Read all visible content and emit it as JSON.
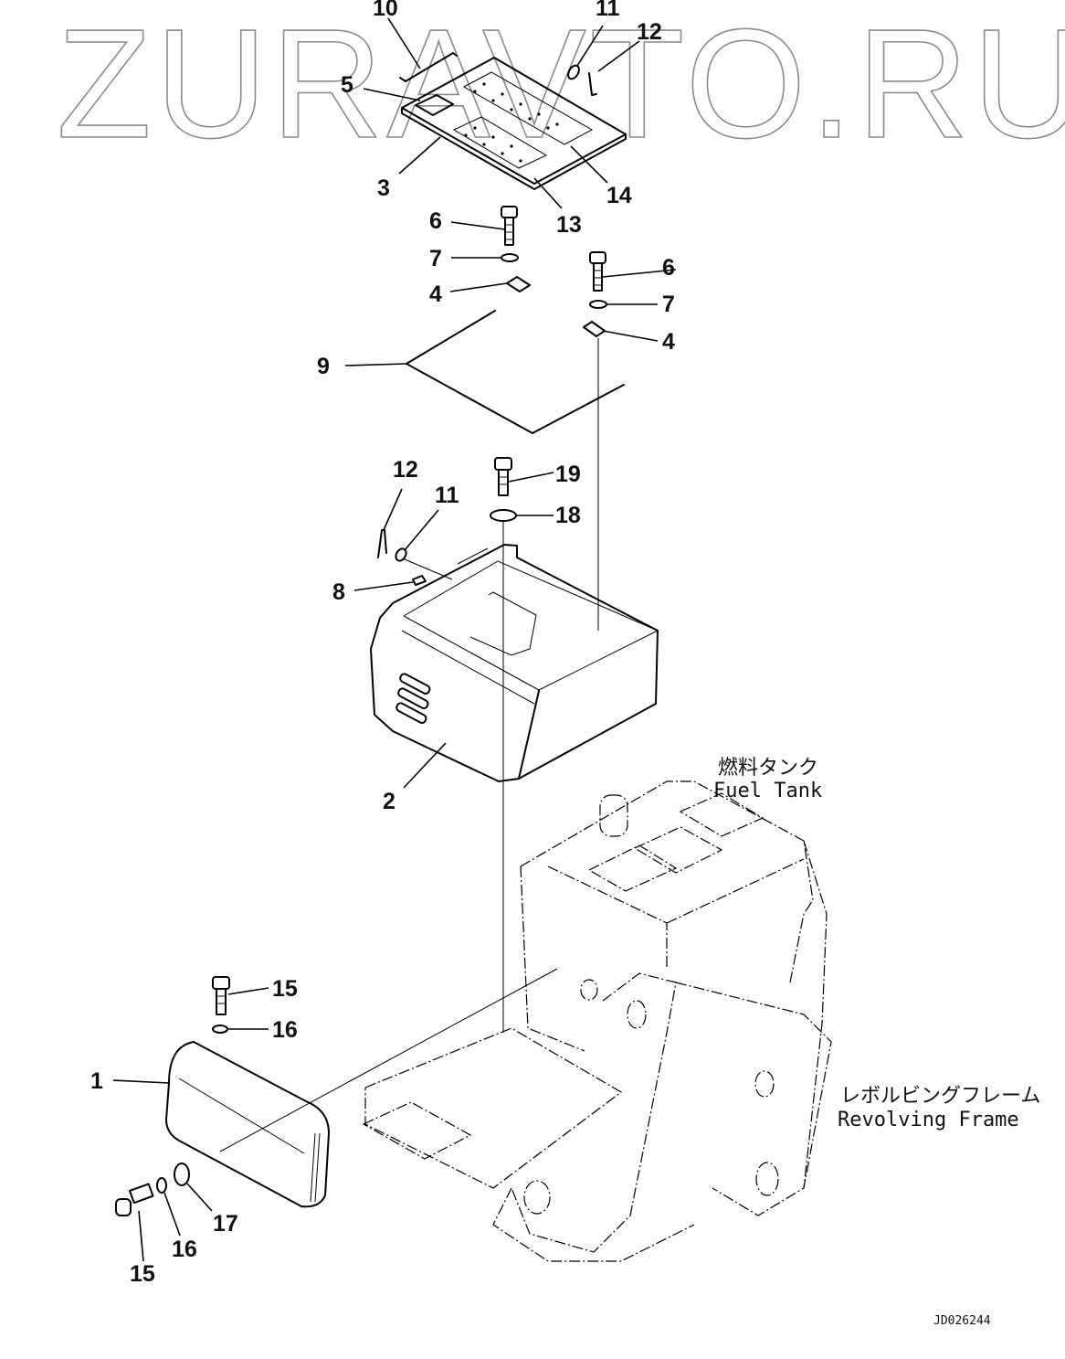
{
  "watermark": "ZURAVTO.RU",
  "drawing_code": "JD026244",
  "assembly_labels": {
    "fuel_tank_jp": "燃料タンク",
    "fuel_tank_en": "Fuel Tank",
    "revolving_frame_jp": "レボルビングフレーム",
    "revolving_frame_en": "Revolving Frame"
  },
  "callouts": [
    {
      "id": "c10a",
      "number": "10",
      "part": "handle"
    },
    {
      "id": "c11a",
      "number": "11",
      "part": "ring"
    },
    {
      "id": "c12a",
      "number": "12",
      "part": "pin"
    },
    {
      "id": "c5",
      "number": "5",
      "part": "latch"
    },
    {
      "id": "c3",
      "number": "3",
      "part": "cover-plate"
    },
    {
      "id": "c14",
      "number": "14",
      "part": "mat-upper"
    },
    {
      "id": "c13",
      "number": "13",
      "part": "mat-lower"
    },
    {
      "id": "c6a",
      "number": "6",
      "part": "bolt"
    },
    {
      "id": "c7a",
      "number": "7",
      "part": "washer"
    },
    {
      "id": "c4a",
      "number": "4",
      "part": "hinge"
    },
    {
      "id": "c6b",
      "number": "6",
      "part": "bolt"
    },
    {
      "id": "c7b",
      "number": "7",
      "part": "washer"
    },
    {
      "id": "c4b",
      "number": "4",
      "part": "hinge"
    },
    {
      "id": "c9",
      "number": "9",
      "part": "seal"
    },
    {
      "id": "c12b",
      "number": "12",
      "part": "pin"
    },
    {
      "id": "c11b",
      "number": "11",
      "part": "ring"
    },
    {
      "id": "c19",
      "number": "19",
      "part": "bolt"
    },
    {
      "id": "c18",
      "number": "18",
      "part": "washer"
    },
    {
      "id": "c8",
      "number": "8",
      "part": "stopper"
    },
    {
      "id": "c2",
      "number": "2",
      "part": "toolbox"
    },
    {
      "id": "c15a",
      "number": "15",
      "part": "bolt"
    },
    {
      "id": "c16a",
      "number": "16",
      "part": "washer"
    },
    {
      "id": "c1",
      "number": "1",
      "part": "side-cover"
    },
    {
      "id": "c17",
      "number": "17",
      "part": "washer"
    },
    {
      "id": "c16b",
      "number": "16",
      "part": "washer"
    },
    {
      "id": "c15b",
      "number": "15",
      "part": "bolt"
    }
  ]
}
